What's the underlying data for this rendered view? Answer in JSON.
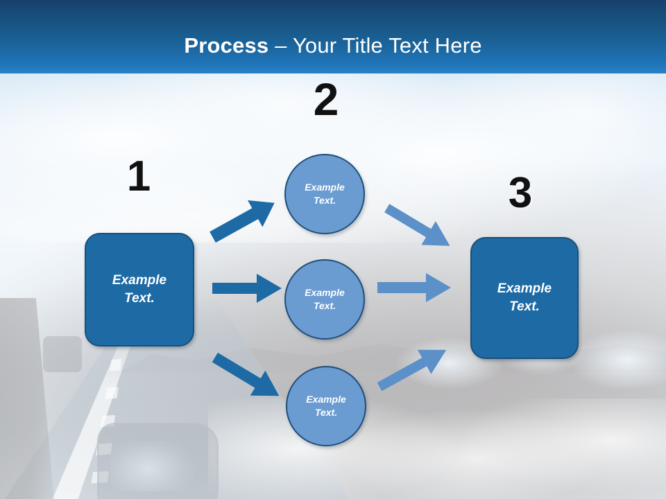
{
  "slide": {
    "title": {
      "strong": "Process",
      "rest": " – Your Title Text Here"
    },
    "steps": [
      {
        "number": "1"
      },
      {
        "number": "2"
      },
      {
        "number": "3"
      }
    ],
    "nodes": {
      "start_box": {
        "line1": "Example",
        "line2": "Text."
      },
      "end_box": {
        "line1": "Example",
        "line2": "Text."
      },
      "circle_top": {
        "line1": "Example",
        "line2": "Text."
      },
      "circle_middle": {
        "line1": "Example",
        "line2": "Text."
      },
      "circle_bottom": {
        "line1": "Example",
        "line2": "Text."
      }
    },
    "arrows": [
      {
        "name": "arrow-up-left",
        "direction": "up-right",
        "color": "#1d6aa5"
      },
      {
        "name": "arrow-mid-left",
        "direction": "right",
        "color": "#1d6aa5"
      },
      {
        "name": "arrow-down-left",
        "direction": "down-right",
        "color": "#1d6aa5"
      },
      {
        "name": "arrow-up-right",
        "direction": "down-right",
        "color": "#5b90c8"
      },
      {
        "name": "arrow-mid-right",
        "direction": "right",
        "color": "#5b90c8"
      },
      {
        "name": "arrow-down-right",
        "direction": "up-right",
        "color": "#5b90c8"
      }
    ],
    "colors": {
      "title_band_top": "#17406c",
      "title_band_bottom": "#2a82c6",
      "box_fill": "#1d6aa5",
      "box_border": "#1b4f77",
      "circle_fill": "#6a9bd1",
      "circle_border": "#1f4f79",
      "arrow_dark": "#1d6aa5",
      "arrow_light": "#5b90c8",
      "number_color": "#111111",
      "node_text": "#ffffff"
    }
  }
}
